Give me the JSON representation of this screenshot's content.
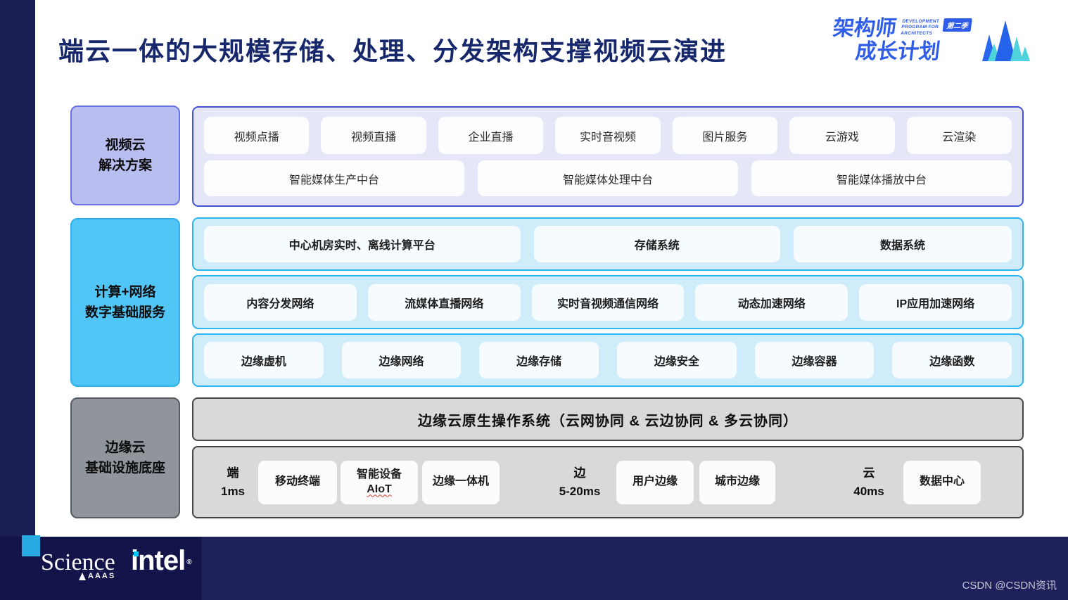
{
  "title": "端云一体的大规模存储、处理、分发架构支撑视频云演进",
  "logo": {
    "line1": "架构师",
    "line2": "成长计划",
    "caption": "DEVELOPMENT PROGRAM FOR ARCHITECTS",
    "badge": "第二季"
  },
  "sections": {
    "solutions": {
      "label": "视频云\n解决方案",
      "products": [
        "视频点播",
        "视频直播",
        "企业直播",
        "实时音视频",
        "图片服务",
        "云游戏",
        "云渲染"
      ],
      "platforms": [
        "智能媒体生产中台",
        "智能媒体处理中台",
        "智能媒体播放中台"
      ]
    },
    "compute_network": {
      "label": "计算+网络\n数字基础服务",
      "core_row": [
        "中心机房实时、离线计算平台",
        "存储系统",
        "数据系统"
      ],
      "network_row": [
        "内容分发网络",
        "流媒体直播网络",
        "实时音视频通信网络",
        "动态加速网络",
        "IP应用加速网络"
      ],
      "edge_row": [
        "边缘虚机",
        "边缘网络",
        "边缘存储",
        "边缘安全",
        "边缘容器",
        "边缘函数"
      ]
    },
    "edge_infra": {
      "label": "边缘云\n基础设施底座",
      "os_bar": "边缘云原生操作系统（云网协同 & 云边协同 & 多云协同）",
      "tiers": {
        "end": {
          "name": "端",
          "latency": "1ms"
        },
        "edge": {
          "name": "边",
          "latency": "5-20ms"
        },
        "cloud": {
          "name": "云",
          "latency": "40ms"
        }
      },
      "end_items": {
        "mobile": "移动终端",
        "smart_device_line1": "智能设备",
        "smart_device_line2": "AIoT",
        "edge_allinone": "边缘一体机"
      },
      "edge_items": {
        "user_edge": "用户边缘",
        "city_edge": "城市边缘"
      },
      "cloud_items": {
        "datacenter": "数据中心"
      }
    }
  },
  "footer": {
    "science": "Science",
    "aaas": "AAAS",
    "intel": "intel",
    "intel_r": "®",
    "watermark": "CSDN @CSDN资讯"
  },
  "colors": {
    "title_navy": "#16276b",
    "sidebar_navy": "#1b1e55",
    "solutions_label_bg": "#b9bef1",
    "solutions_container_bg": "#e5e7f8",
    "solutions_border": "#4353d4",
    "compute_label_bg": "#52c5f7",
    "compute_container_bg": "#cfecfb",
    "compute_border": "#2cb4f1",
    "edge_label_bg": "#8f959b",
    "edge_container_bg": "#d7d9da",
    "edge_border": "#44464a",
    "footer_navy": "#1e215b",
    "accent_cyan_square": "#29a9e2",
    "logo_blue": "#2f5ce8",
    "mountain_teal": "#4cd3dc",
    "mountain_blue": "#2966ee"
  }
}
